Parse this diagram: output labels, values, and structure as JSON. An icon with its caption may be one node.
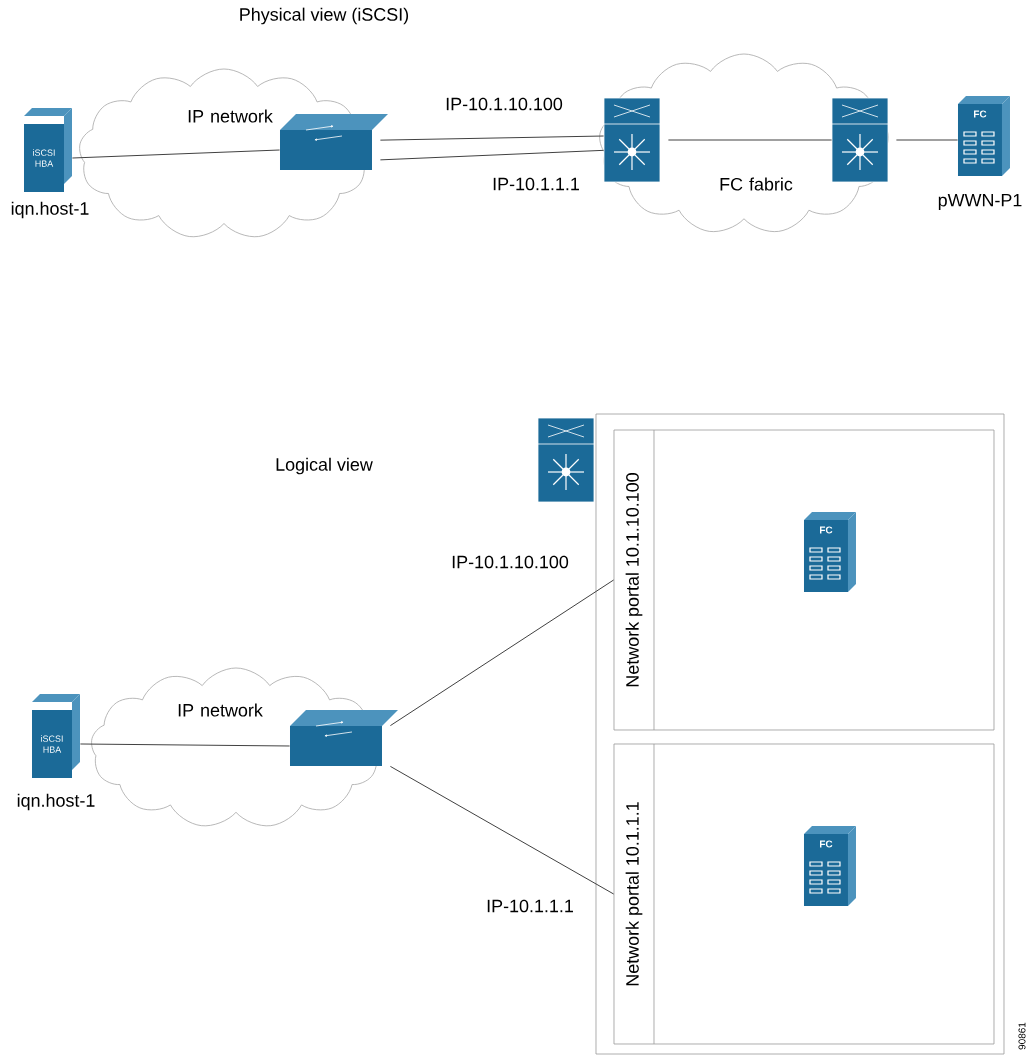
{
  "diagram": {
    "nodes": [
      {
        "text": [
          "iSCSI",
          "HBA"
        ],
        "beside": [
          "iqn.host-1"
        ]
      },
      {
        "text": [
          "IP network"
        ]
      },
      {
        "text": [],
        "shape": "switch",
        "in": 1
      },
      {
        "text": [
          "FC fabric"
        ]
      },
      {
        "text": [],
        "shape": "switch",
        "in": 3
      },
      {
        "text": [],
        "shape": "switch",
        "in": 3
      },
      {
        "text": [
          "FC"
        ],
        "beside": [
          "pWWN-P1"
        ]
      },
      {
        "text": [
          "iSCSI",
          "HBA"
        ],
        "beside": [
          "iqn.host-1"
        ]
      },
      {
        "text": [
          "IP network"
        ]
      },
      {
        "text": [],
        "shape": "switch",
        "in": 8
      },
      {
        "text": [],
        "shape": "switch"
      },
      {
        "text": [],
        "shape": "box"
      },
      {
        "text": [
          "Network portal 10.1.10.100"
        ],
        "in": 11
      },
      {
        "text": [
          "FC"
        ],
        "in": 12
      },
      {
        "text": [
          "Network portal 10.1.1.1"
        ],
        "in": 11
      },
      {
        "text": [
          "FC"
        ],
        "in": 14
      }
    ],
    "edges": [
      {
        "from": 0,
        "to": 2,
        "arrow": "none"
      },
      {
        "from": 2,
        "to": 4,
        "arrow": "none",
        "label": "IP-10.1.10.100"
      },
      {
        "from": 2,
        "to": 4,
        "arrow": "none",
        "label": "IP-10.1.1.1"
      },
      {
        "from": 4,
        "to": 5,
        "arrow": "none"
      },
      {
        "from": 5,
        "to": 6,
        "arrow": "none"
      },
      {
        "from": 7,
        "to": 9,
        "arrow": "none"
      },
      {
        "from": 9,
        "to": 12,
        "arrow": "none",
        "label": "IP-10.1.10.100"
      },
      {
        "from": 9,
        "to": 14,
        "arrow": "none",
        "label": "IP-10.1.1.1"
      }
    ],
    "labels": [
      "Physical view (iSCSI)",
      "Logical view",
      "90861"
    ]
  }
}
